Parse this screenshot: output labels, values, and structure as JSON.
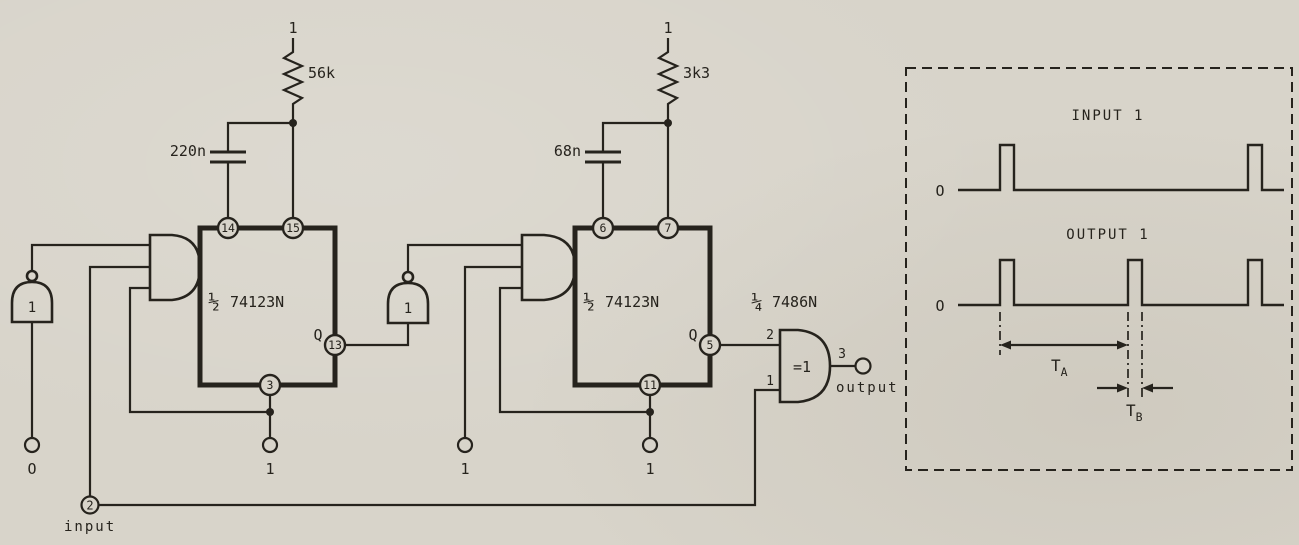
{
  "colors": {
    "paper": "#d8d4ca",
    "ink": "#26231d"
  },
  "circuit": {
    "mono1": {
      "supply": "1",
      "resistor": "56k",
      "capacitor": "220n",
      "half": "½",
      "part": "74123N",
      "q": "Q",
      "pins": {
        "c_ext": "14",
        "rc_ext": "15",
        "q_out": "13",
        "clear": "3"
      }
    },
    "mono2": {
      "supply": "1",
      "resistor": "3k3",
      "capacitor": "68n",
      "half": "½",
      "part": "74123N",
      "q": "Q",
      "pins": {
        "c_ext": "6",
        "rc_ext": "7",
        "q_out": "5",
        "clear": "11"
      }
    },
    "inverter1": "1",
    "inverter2": "1",
    "xor": {
      "fraction": "¼",
      "part": "7486N",
      "body": "=1",
      "pin_top": "2",
      "pin_bottom": "1",
      "pin_out": "3",
      "output_label": "output"
    },
    "input": {
      "pin": "2",
      "label": "input"
    },
    "terminals": {
      "left": "O",
      "mono1_high": "1",
      "mono2_a": "1",
      "mono2_b": "1"
    }
  },
  "timing": {
    "input_title": "INPUT 1",
    "input_zero": "O",
    "output_title": "OUTPUT 1",
    "output_zero": "O",
    "ta_main": "T",
    "ta_sub": "A",
    "tb_main": "T",
    "tb_sub": "B"
  }
}
